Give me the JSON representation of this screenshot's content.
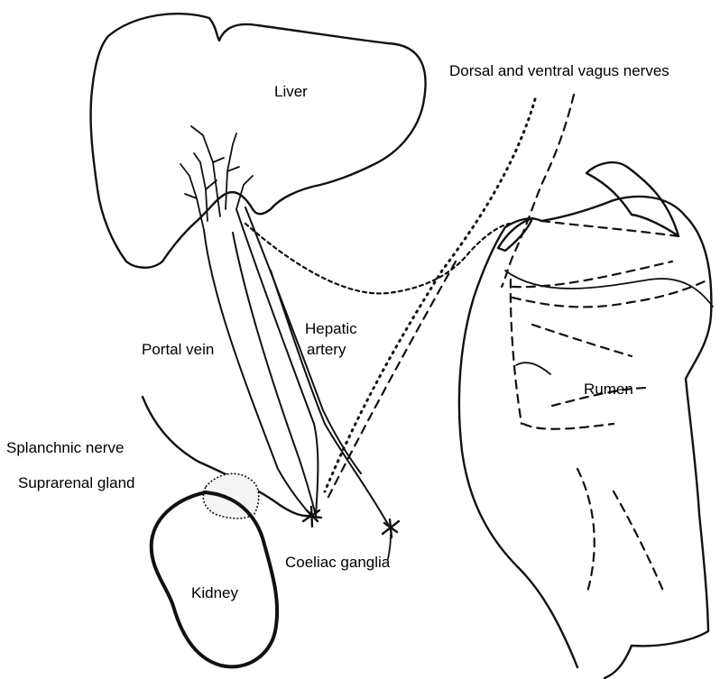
{
  "labels": {
    "liver": "Liver",
    "vagus": "Dorsal and ventral vagus nerves",
    "hepatic_line1": "Hepatic",
    "hepatic_line2": "artery",
    "portal_vein": "Portal vein",
    "rumen": "Rumen",
    "splanchnic": "Splanchnic nerve",
    "suprarenal": "Suprarenal gland",
    "coeliac": "Coeliac ganglia",
    "kidney": "Kidney"
  }
}
